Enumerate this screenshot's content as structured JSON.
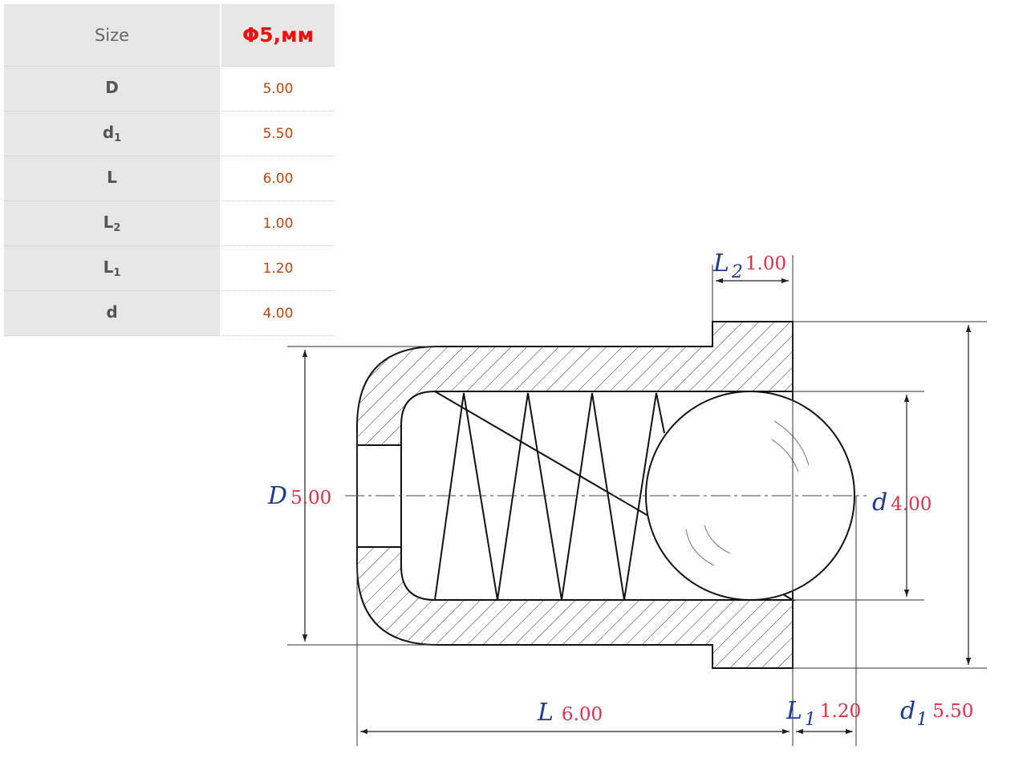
{
  "table": {
    "header": {
      "label": "Size",
      "value": "Φ5,мм"
    },
    "rows": [
      {
        "symbol": "D",
        "sub": "",
        "value": "5.00"
      },
      {
        "symbol": "d",
        "sub": "1",
        "value": "5.50"
      },
      {
        "symbol": "L",
        "sub": "",
        "value": "6.00"
      },
      {
        "symbol": "L",
        "sub": "2",
        "value": "1.00"
      },
      {
        "symbol": "L",
        "sub": "1",
        "value": "1.20"
      },
      {
        "symbol": "d",
        "sub": "",
        "value": "4.00"
      }
    ]
  },
  "dimensions": {
    "L2": {
      "letter": "L",
      "sub": "2",
      "value": "1.00"
    },
    "D": {
      "letter": "D",
      "sub": "",
      "value": "5.00"
    },
    "d": {
      "letter": "d",
      "sub": "",
      "value": "4.00"
    },
    "L": {
      "letter": "L",
      "sub": "",
      "value": "6.00"
    },
    "L1": {
      "letter": "L",
      "sub": "1",
      "value": "1.20"
    },
    "d1": {
      "letter": "d",
      "sub": "1",
      "value": "5.50"
    }
  },
  "colors": {
    "symbol": "#1f3b8f",
    "value": "#e0304a",
    "table_value": "#c0460d",
    "size_value": "#ee0f0f"
  }
}
